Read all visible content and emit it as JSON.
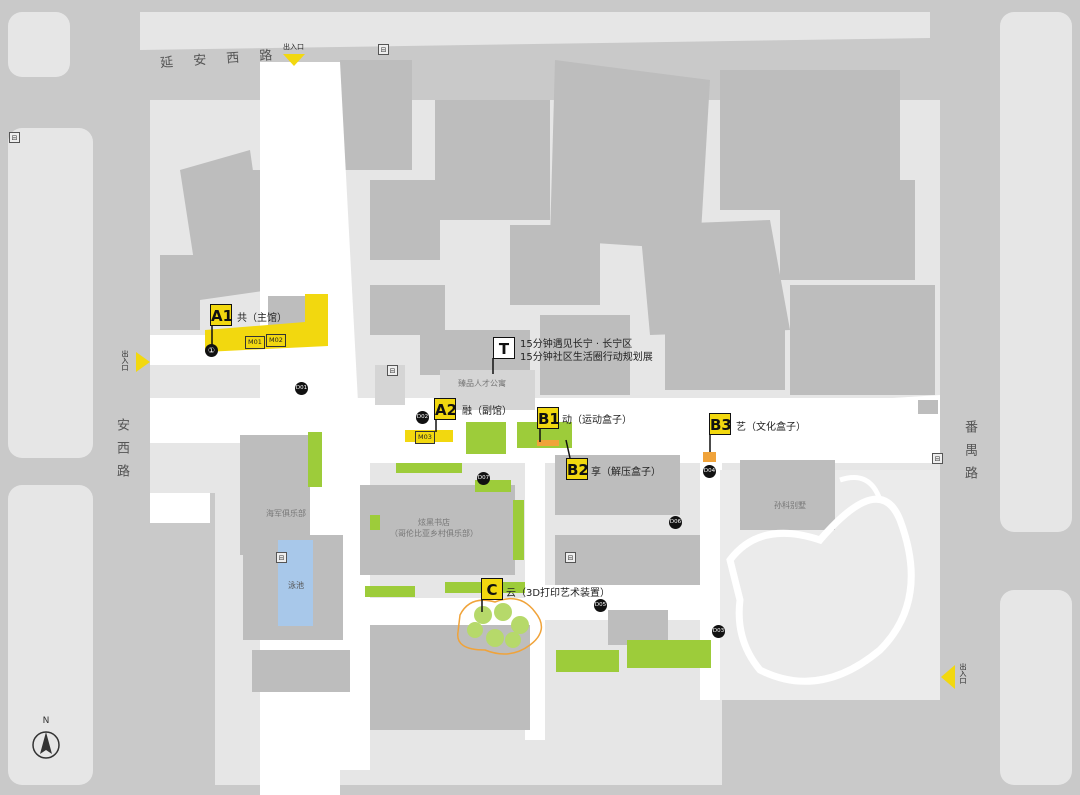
{
  "roads": {
    "yanan_west": "延 安 西 路",
    "anxi": "安西路",
    "fanyu": "番禺路"
  },
  "entrance_label": "出入口",
  "bus_icon": "bus-stop-icon",
  "north_label": "N",
  "markers": {
    "a1": {
      "code": "A1",
      "label": "共（主馆）"
    },
    "a2": {
      "code": "A2",
      "label": "融（副馆）"
    },
    "b1": {
      "code": "B1",
      "label": "动（运动盒子）"
    },
    "b2": {
      "code": "B2",
      "label": "享（解压盒子）"
    },
    "b3": {
      "code": "B3",
      "label": "艺（文化盒子）"
    },
    "c": {
      "code": "C",
      "label": "云（3D打印艺术装置）"
    },
    "t": {
      "code": "T",
      "line1": "15分钟遇见长宁 · 长宁区",
      "line2": "15分钟社区生活圈行动规划展"
    }
  },
  "map_points": {
    "m01": "M01",
    "m02": "M02",
    "m03": "M03",
    "d01": "D01",
    "d02": "D02",
    "d03": "D03",
    "d04": "D04",
    "d05": "D05",
    "d06": "D06",
    "d07": "D07",
    "a1_dot": "①"
  },
  "buildings": {
    "talent_apartment": "臻品人才公寓",
    "navy_club": "海军俱乐部",
    "pool": "泳池",
    "bookstore_line1": "炫黑书店",
    "bookstore_line2": "（哥伦比亚乡村俱乐部）",
    "sun_ke_villa": "孙科别墅"
  },
  "colors": {
    "highlight_yellow": "#f2d80f",
    "green_space": "#9dcc3a",
    "orange_box": "#f0a33a",
    "road_white": "#ffffff",
    "block_light": "#e6e6e6",
    "building_gray": "#bdbdbd",
    "water_blue": "#a8c8ea"
  }
}
